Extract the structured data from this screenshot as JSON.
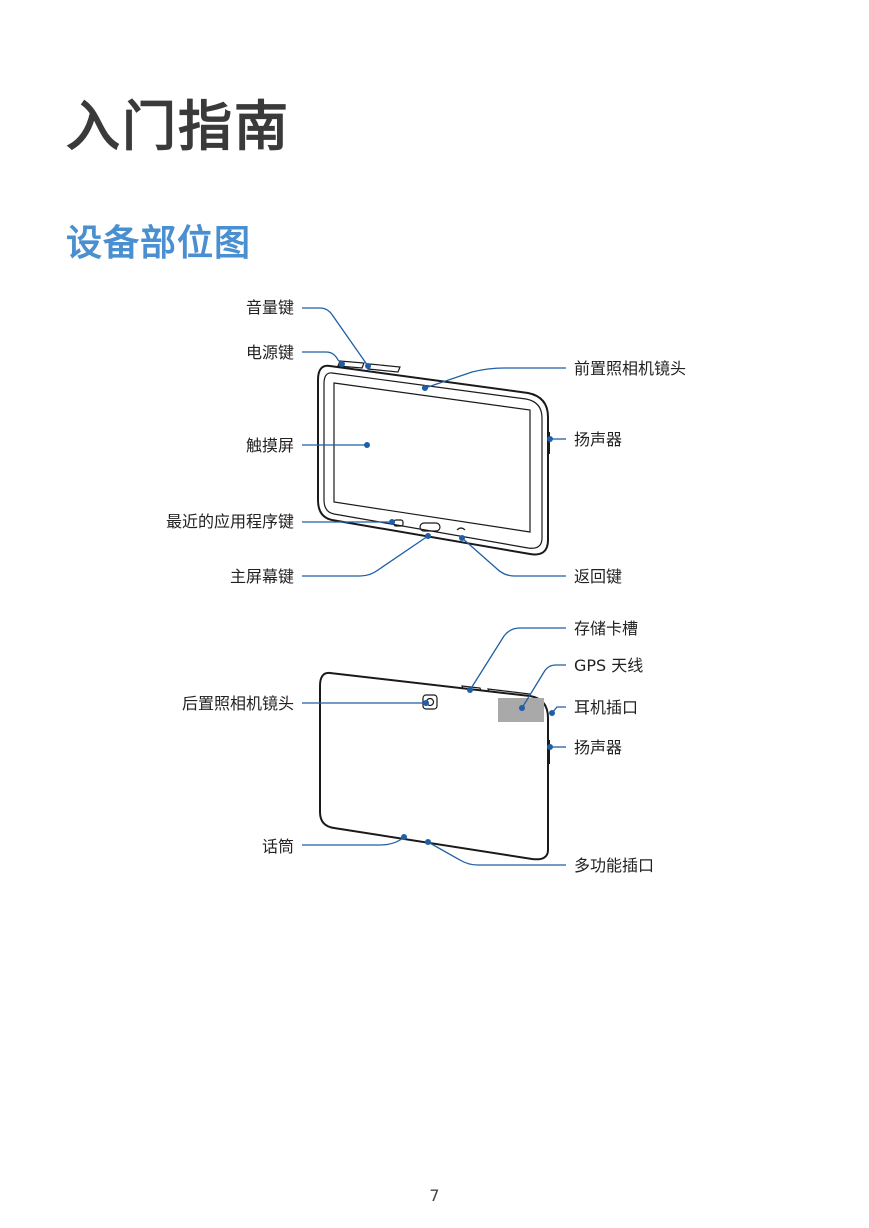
{
  "chapter_title": "入门指南",
  "section_title": "设备部位图",
  "page_number": "7",
  "front_labels": {
    "volume_key": "音量键",
    "power_key": "电源键",
    "touchscreen": "触摸屏",
    "recent_apps_key": "最近的应用程序键",
    "home_key": "主屏幕键",
    "front_camera": "前置照相机镜头",
    "speaker": "扬声器",
    "back_key": "返回键"
  },
  "back_labels": {
    "rear_camera": "后置照相机镜头",
    "microphone": "话筒",
    "memory_card_slot": "存储卡槽",
    "gps_antenna": "GPS 天线",
    "headset_jack": "耳机插口",
    "speaker": "扬声器",
    "multipurpose_jack": "多功能插口"
  },
  "colors": {
    "accent": "#4a8fd0",
    "leader": "#1f5fa8",
    "antenna_area": "#a9a9a9"
  }
}
